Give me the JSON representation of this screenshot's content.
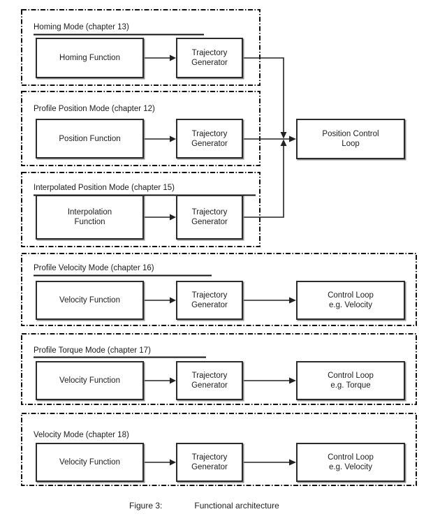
{
  "figure": {
    "caption_label": "Figure 3:",
    "caption_text": "Functional architecture"
  },
  "colors": {
    "background": "#ffffff",
    "ink": "#1c1c1c",
    "box_border": "#2b2b2b",
    "container_border": "#111111"
  },
  "modes": [
    {
      "title": "Homing Mode (chapter 13)",
      "underlined": true,
      "boxes": [
        {
          "label": "Homing Function"
        },
        {
          "label": "Trajectory\nGenerator"
        }
      ]
    },
    {
      "title": "Profile Position Mode (chapter 12)",
      "underlined": false,
      "boxes": [
        {
          "label": "Position Function"
        },
        {
          "label": "Trajectory\nGenerator"
        }
      ]
    },
    {
      "title": "Interpolated Position Mode (chapter 15)",
      "underlined": true,
      "boxes": [
        {
          "label": "Interpolation\nFunction"
        },
        {
          "label": "Trajectory\nGenerator"
        }
      ]
    },
    {
      "title": "Profile Velocity Mode (chapter 16)",
      "underlined": true,
      "boxes": [
        {
          "label": "Velocity Function"
        },
        {
          "label": "Trajectory\nGenerator"
        },
        {
          "label": "Control Loop\ne.g. Velocity"
        }
      ]
    },
    {
      "title": "Profile Torque Mode (chapter 17)",
      "underlined": true,
      "boxes": [
        {
          "label": "Velocity Function"
        },
        {
          "label": "Trajectory\nGenerator"
        },
        {
          "label": "Control Loop\ne.g. Torque"
        }
      ]
    },
    {
      "title": "Velocity Mode (chapter 18)",
      "underlined": false,
      "boxes": [
        {
          "label": "Velocity Function"
        },
        {
          "label": "Trajectory\nGenerator"
        },
        {
          "label": "Control Loop\ne.g. Velocity"
        }
      ]
    }
  ],
  "shared": {
    "position_control_loop": "Position Control\nLoop"
  }
}
